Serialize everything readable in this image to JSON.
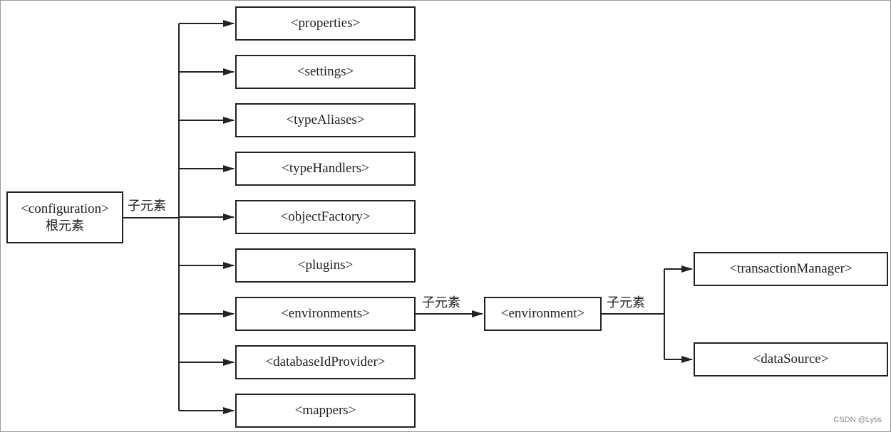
{
  "root": {
    "tag": "<configuration>",
    "caption": "根元素"
  },
  "child_label": "子元素",
  "children": [
    "<properties>",
    "<settings>",
    "<typeAliases>",
    "<typeHandlers>",
    "<objectFactory>",
    "<plugins>",
    "<environments>",
    "<databaseIdProvider>",
    "<mappers>"
  ],
  "environment": "<environment>",
  "environment_children": [
    "<transactionManager>",
    "<dataSource>"
  ],
  "watermark": "CSDN @Lytis"
}
